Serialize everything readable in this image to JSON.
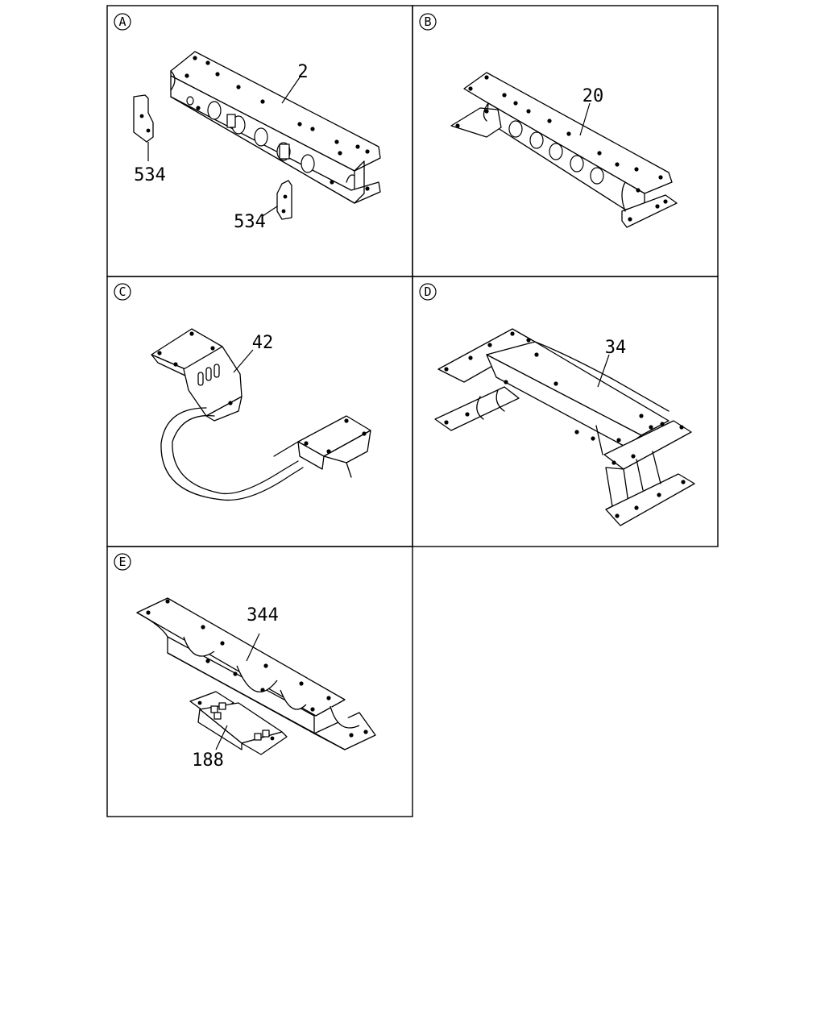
{
  "panels": [
    {
      "letter": "A",
      "callouts": [
        "2",
        "534",
        "534"
      ]
    },
    {
      "letter": "B",
      "callouts": [
        "20"
      ]
    },
    {
      "letter": "C",
      "callouts": [
        "42"
      ]
    },
    {
      "letter": "D",
      "callouts": [
        "34"
      ]
    },
    {
      "letter": "E",
      "callouts": [
        "344",
        "188"
      ]
    }
  ]
}
